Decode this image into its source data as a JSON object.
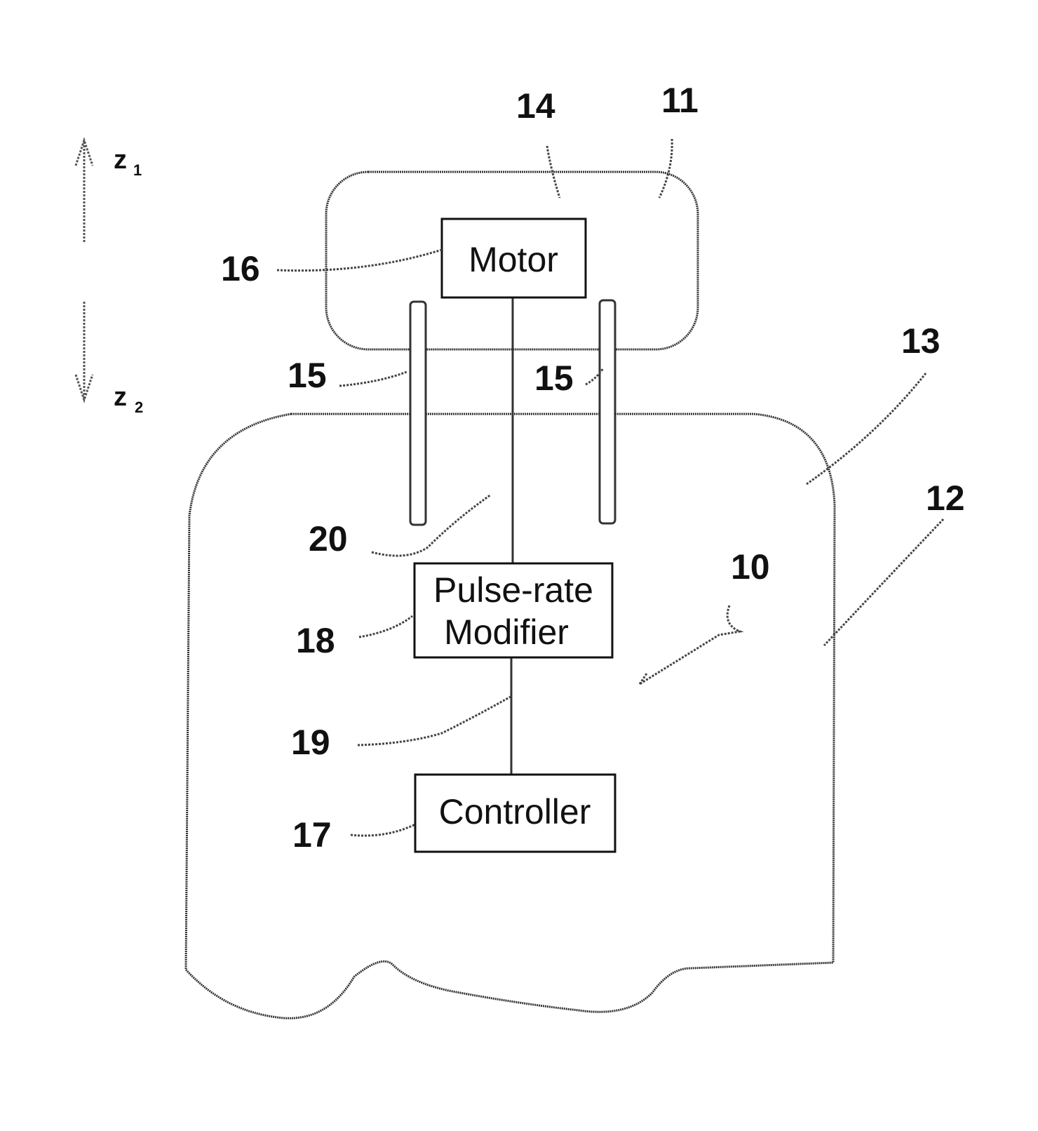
{
  "axis": {
    "up_label": "z",
    "up_subscript": "1",
    "down_label": "z",
    "down_subscript": "2"
  },
  "blocks": {
    "motor": "Motor",
    "modifier_line1": "Pulse-rate",
    "modifier_line2": "Modifier",
    "controller": "Controller"
  },
  "refs": {
    "r10": "10",
    "r11": "11",
    "r12": "12",
    "r13": "13",
    "r14": "14",
    "r15a": "15",
    "r15b": "15",
    "r16": "16",
    "r17": "17",
    "r18": "18",
    "r19": "19",
    "r20": "20"
  }
}
